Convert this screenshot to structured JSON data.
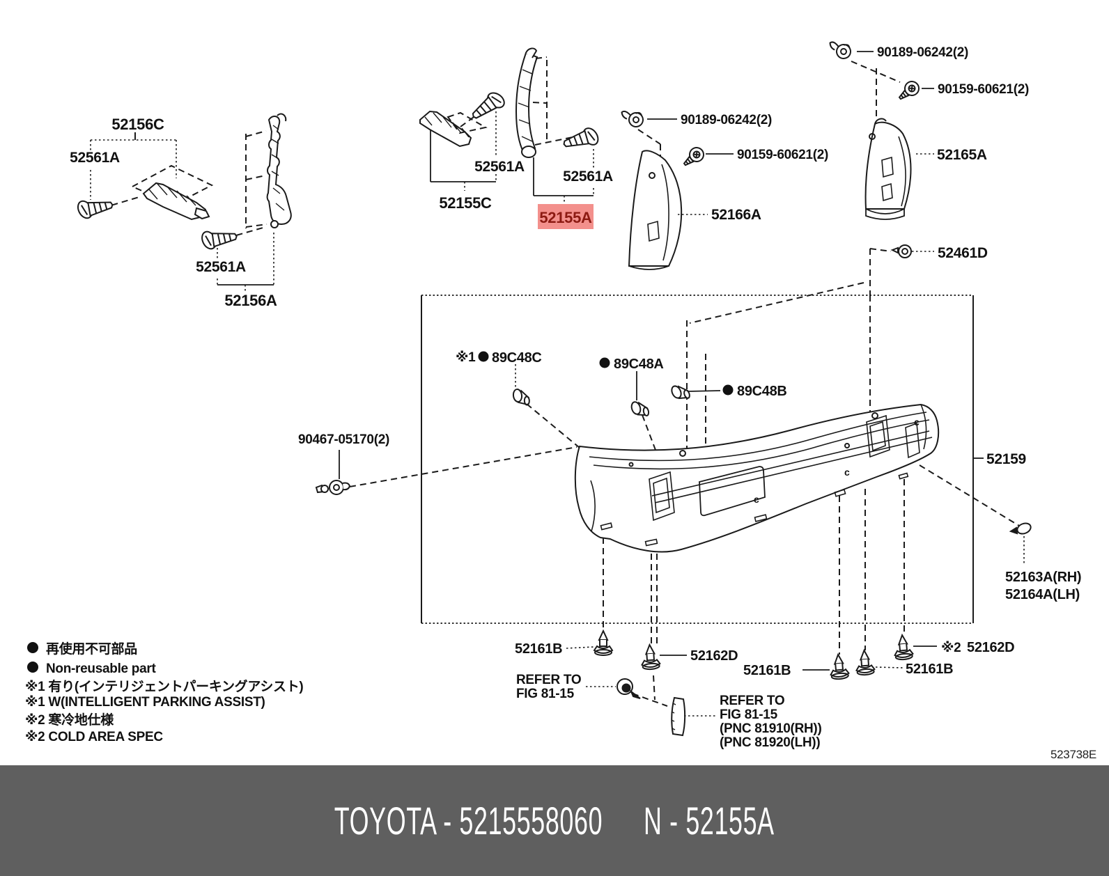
{
  "meta": {
    "diagram_code": "523738E"
  },
  "colors": {
    "line": "#1a1a1a",
    "highlight_bg": "#f3908c",
    "highlight_text": "#8c1a12",
    "footer_bar": "#5f5f5f",
    "footer_text": "#ffffff"
  },
  "footer": {
    "left": "TOYOTA - 5215558060",
    "right": "N - 52155A"
  },
  "legend": {
    "line1_jp": "再使用不可部品",
    "line2_en": "Non-reusable part",
    "line3_jp": "※1 有り(インテリジェントパーキングアシスト)",
    "line4_en": "※1 W(INTELLIGENT PARKING ASSIST)",
    "line5_jp": "※2 寒冷地仕様",
    "line6_en": "※2 COLD AREA SPEC"
  },
  "labels": {
    "p52156C": "52156C",
    "p52561A_a": "52561A",
    "p52561A_b": "52561A",
    "p52156A": "52156A",
    "p52561A_c": "52561A",
    "p52155C": "52155C",
    "p52561A_d": "52561A",
    "p52155A": "52155A",
    "p90189_mid": "90189-06242(2)",
    "p90159_mid": "90159-60621(2)",
    "p52166A": "52166A",
    "p90189_tr": "90189-06242(2)",
    "p90159_tr": "90159-60621(2)",
    "p52165A": "52165A",
    "p52461D": "52461D",
    "prefix1": "※1",
    "p89C48C": "89C48C",
    "p89C48A": "89C48A",
    "p89C48B": "89C48B",
    "p90467": "90467-05170(2)",
    "p52159": "52159",
    "p52163A": "52163A(RH)",
    "p52164A": "52164A(LH)",
    "p52161B_1": "52161B",
    "p52162D_1": "52162D",
    "refer1_line1": "REFER TO",
    "refer1_line2": "FIG 81-15",
    "p52161B_2": "52161B",
    "p52161B_3": "52161B",
    "prefix2": "※2",
    "p52162D_2": "52162D",
    "refer2_line1": "REFER TO",
    "refer2_line2": "FIG 81-15",
    "refer2_line3": "(PNC 81910(RH))",
    "refer2_line4": "(PNC 81920(LH))"
  }
}
